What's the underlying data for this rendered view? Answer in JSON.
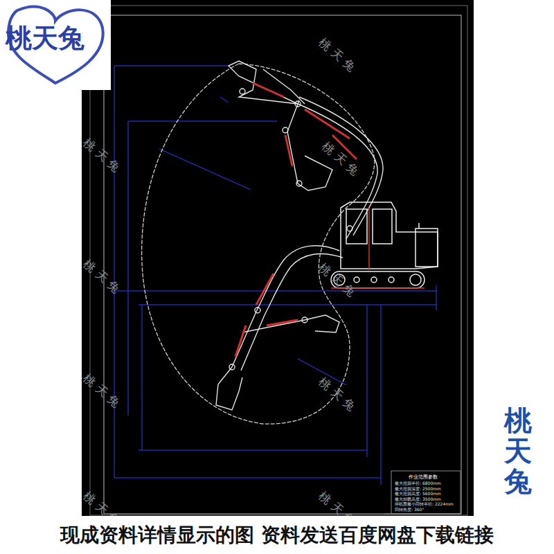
{
  "diagram": {
    "nodes": [
      {
        "text": [
          "现成资料详情显示的图 资料发送百度网盘下载链接"
        ]
      }
    ],
    "labels": [
      "桃天兔",
      "桃天兔",
      "桃天兔",
      "桃天兔",
      "桃天兔",
      "桃天兔",
      "桃天兔",
      "桃天兔",
      "桃天兔",
      "桃天兔",
      "桃天兔",
      "作业范围参数",
      "最大挖掘半径: 6800mm",
      "最大挖掘深度: 2500mm",
      "最大挖掘高度: 5600mm",
      "最大卸载高度: 3500mm",
      "停机面最小回转半径: 2224mm",
      "回转角度: 360°"
    ]
  }
}
